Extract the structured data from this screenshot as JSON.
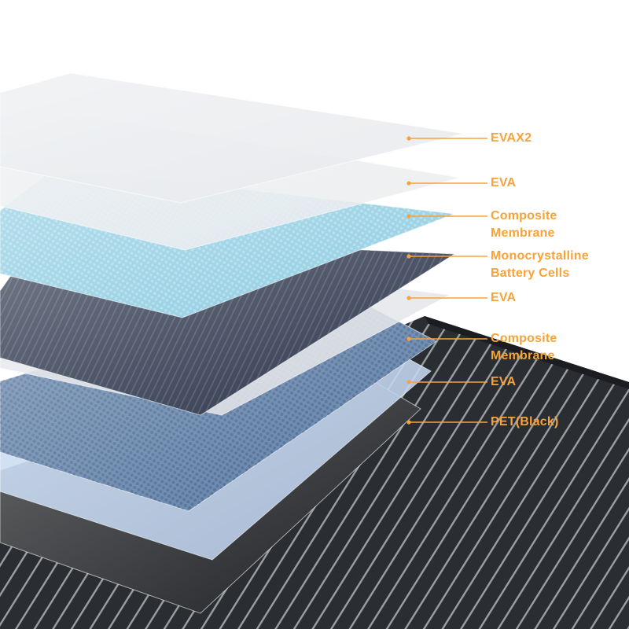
{
  "diagram": {
    "accent_color": "#f5a33a",
    "layers": [
      {
        "label": "EVAX2",
        "material": "eva-double",
        "fill": "#e7e9ec"
      },
      {
        "label": "EVA",
        "material": "eva",
        "fill": "#e9ebee"
      },
      {
        "label": "Composite\nMembrane",
        "material": "composite-membrane",
        "fill": "#8fcde2"
      },
      {
        "label": "Monocrystalline\nBattery Cells",
        "material": "monocrystalline-cells",
        "fill": "#2a3347"
      },
      {
        "label": "EVA",
        "material": "eva",
        "fill": "#dfe2e7"
      },
      {
        "label": "Composite\nMembrane",
        "material": "composite-membrane",
        "fill": "#5c7ea8"
      },
      {
        "label": "EVA",
        "material": "eva",
        "fill": "#b9cfee"
      },
      {
        "label": "PET(Black)",
        "material": "pet-black",
        "fill": "#1c1e21"
      }
    ],
    "base": {
      "material": "solar-panel",
      "fill": "#2a2d31",
      "stripe_color": "#b7bbc0"
    }
  }
}
